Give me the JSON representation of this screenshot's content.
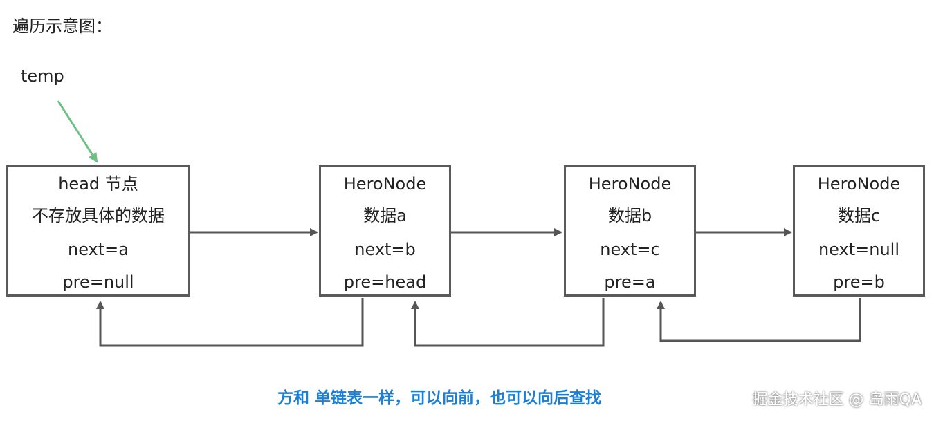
{
  "title": "遍历示意图：",
  "temp_label": "temp",
  "nodes": [
    {
      "lines": [
        "head 节点",
        "不存放具体的数据",
        "next=a",
        "pre=null"
      ]
    },
    {
      "lines": [
        "HeroNode",
        "数据a",
        "next=b",
        "pre=head"
      ]
    },
    {
      "lines": [
        "HeroNode",
        "数据b",
        "next=c",
        "pre=a"
      ]
    },
    {
      "lines": [
        "HeroNode",
        "数据c",
        "next=null",
        "pre=b"
      ]
    }
  ],
  "caption": "方和 单链表一样，可以向前，也可以向后查找",
  "watermark": "掘金技术社区 @ 岛雨QA",
  "colors": {
    "box": "#5a5a5a",
    "arrow": "#555555",
    "highlight": "#6cc083",
    "caption": "#1a7fd6"
  }
}
